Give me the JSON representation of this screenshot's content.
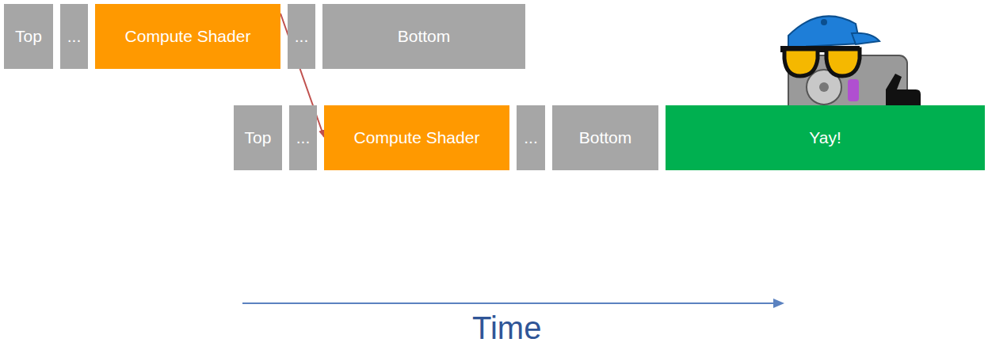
{
  "diagram": {
    "nodes": [
      {
        "text": [
          "Top"
        ]
      },
      {
        "text": [
          "..."
        ]
      },
      {
        "text": [
          "Compute Shader"
        ]
      },
      {
        "text": [
          "..."
        ]
      },
      {
        "text": [
          "Bottom"
        ]
      },
      {
        "text": [
          "Top"
        ]
      },
      {
        "text": [
          "..."
        ]
      },
      {
        "text": [
          "Compute Shader"
        ]
      },
      {
        "text": [
          "..."
        ]
      },
      {
        "text": [
          "Bottom"
        ]
      },
      {
        "text": [
          "Yay!"
        ]
      }
    ],
    "edges": [
      {
        "from": 2,
        "to": 7,
        "arrow": "to"
      }
    ],
    "labels": [
      "Time"
    ]
  }
}
